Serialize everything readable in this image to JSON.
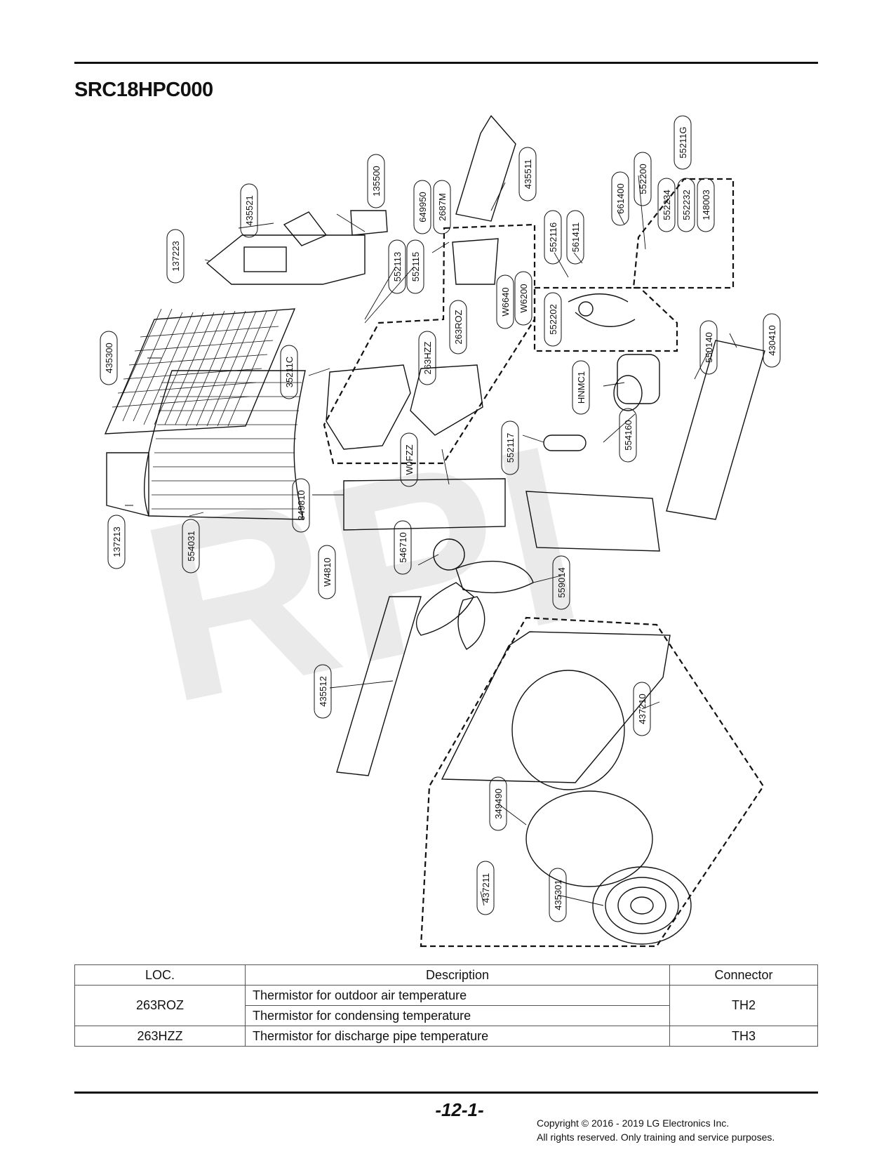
{
  "page": {
    "model_title": "SRC18HPC000",
    "watermark": "RPI",
    "page_number": "-12-1-",
    "copyright_line1": "Copyright © 2016 - 2019 LG Electronics Inc.",
    "copyright_line2": "All rights reserved. Only training and service purposes."
  },
  "diagram": {
    "part_labels": [
      "437211",
      "435301",
      "349490",
      "437210",
      "435512",
      "559014",
      "546710",
      "W4810",
      "554031",
      "137213",
      "349810",
      "552117",
      "W0FZZ",
      "263HZZ",
      "263ROZ",
      "W6640",
      "W6200",
      "552202",
      "552116",
      "561411",
      "661400",
      "552200",
      "552234",
      "552232",
      "148003",
      "55211G",
      "550140",
      "430410",
      "HNMC1",
      "554160",
      "435300",
      "35211C",
      "137223",
      "435521",
      "135500",
      "552113",
      "552115",
      "649950",
      "2687M",
      "435511"
    ]
  },
  "table": {
    "headers": [
      "LOC.",
      "Description",
      "Connector"
    ],
    "rows": [
      {
        "loc": "263ROZ",
        "descriptions": [
          "Thermistor for outdoor air temperature",
          "Thermistor for condensing temperature"
        ],
        "connector": "TH2"
      },
      {
        "loc": "263HZZ",
        "descriptions": [
          "Thermistor for discharge pipe temperature"
        ],
        "connector": "TH3"
      }
    ]
  }
}
